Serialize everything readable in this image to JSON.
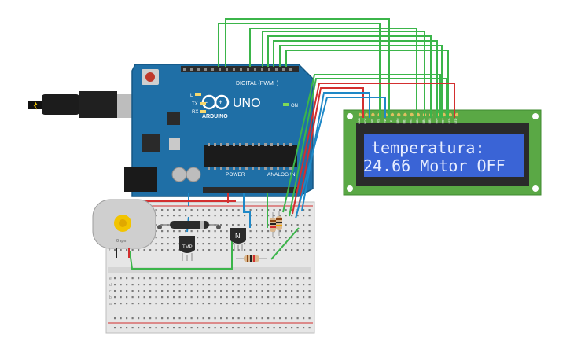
{
  "board": {
    "brand": "ARDUINO",
    "model": "UNO",
    "digital_label": "DIGITAL (PWM~)",
    "power_label": "POWER",
    "analog_label": "ANALOG IN",
    "on_label": "ON",
    "tx_label": "TX",
    "rx_label": "RX",
    "l_label": "L",
    "colors": {
      "pcb": "#1f6fa6",
      "header": "#2b2b2b"
    }
  },
  "lcd": {
    "line1": "temperatura:",
    "line2": "24.66 Motor OFF",
    "pin_labels": [
      "GND",
      "VCC",
      "V0",
      "RS",
      "RW",
      "E",
      "DB0",
      "DB1",
      "DB2",
      "DB3",
      "DB4",
      "DB5",
      "DB6",
      "DB7",
      "LED",
      "LED"
    ],
    "colors": {
      "pcb": "#5aa845",
      "screen": "#3a64d6",
      "text": "#e8eeff"
    }
  },
  "motor": {
    "rpm_label": "0 rpm"
  },
  "sensor": {
    "label": "TMP"
  },
  "transistor": {
    "label": "N"
  },
  "breadboard": {
    "row_letters_top": [
      "j",
      "i",
      "h",
      "g",
      "f"
    ],
    "row_letters_bottom": [
      "e",
      "d",
      "c",
      "b",
      "a"
    ]
  },
  "wire_colors": {
    "green": "#3bb54a",
    "red": "#d32f2f",
    "blue": "#1e88c7",
    "black": "#222222"
  }
}
